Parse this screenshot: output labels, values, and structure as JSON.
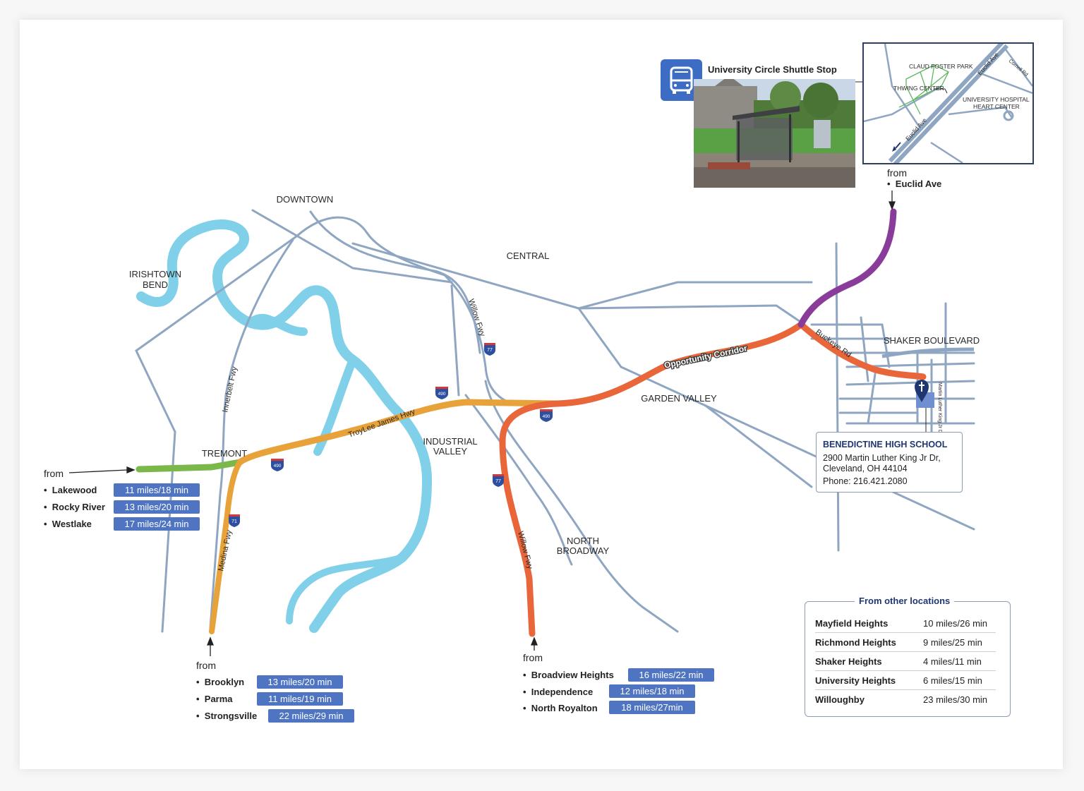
{
  "map": {
    "areas": {
      "downtown": "DOWNTOWN",
      "central": "CENTRAL",
      "irishtown_1": "IRISHTOWN",
      "irishtown_2": "BEND",
      "tremont": "TREMONT",
      "industrial_1": "INDUSTRIAL",
      "industrial_2": "VALLEY",
      "garden_valley": "GARDEN VALLEY",
      "north_broadway_1": "NORTH",
      "north_broadway_2": "BROADWAY",
      "shaker_boulevard": "SHAKER BOULEVARD"
    },
    "roads": {
      "innerbelt": "Innerbelt Fwy",
      "willow_north": "Willow Fwy",
      "willow_south": "Willow Fwy",
      "troylee": "TroyLee James Hwy",
      "opportunity": "Opportunity Corridor",
      "buckeye": "Buckeye Rd",
      "medina": "Medina Fwy",
      "mlk": "Martin Luther King Jr Dr"
    },
    "shields": {
      "i77_north": "77",
      "i77_south": "77",
      "i490_a": "490",
      "i490_b": "490",
      "i490_c": "490",
      "i71": "71"
    },
    "colors": {
      "road": "#8fa6c2",
      "river": "#7fd0e8",
      "west_route": "#7ab84a",
      "south_route": "#e8a23a",
      "east_route": "#e8663a",
      "north_route": "#8a3c9a",
      "badge": "#4f74c2"
    }
  },
  "shuttle": {
    "title": "University Circle Shuttle Stop",
    "icon": "bus-icon",
    "inset": {
      "park": "CLAUD FOSTER PARK",
      "thwing": "THWING CENTER",
      "hospital_1": "UNIVERSITY HOSPITAL",
      "hospital_2": "HEART CENTER",
      "euclid_upper": "Euclid Ave",
      "euclid_lower": "Euclid Ave",
      "cornell": "Cornell Rd"
    },
    "from_label": "from",
    "from_street": "Euclid Ave"
  },
  "west": {
    "from_label": "from",
    "items": [
      {
        "name": "Lakewood",
        "dist": "11 miles/18 min"
      },
      {
        "name": "Rocky River",
        "dist": "13 miles/20 min"
      },
      {
        "name": "Westlake",
        "dist": "17 miles/24 min"
      }
    ]
  },
  "south_west": {
    "from_label": "from",
    "items": [
      {
        "name": "Brooklyn",
        "dist": "13 miles/20 min"
      },
      {
        "name": "Parma",
        "dist": "11 miles/19 min"
      },
      {
        "name": "Strongsville",
        "dist": "22 miles/29 min"
      }
    ]
  },
  "south": {
    "from_label": "from",
    "items": [
      {
        "name": "Broadview Heights",
        "dist": "16 miles/22 min"
      },
      {
        "name": "Independence",
        "dist": "12 miles/18 min"
      },
      {
        "name": "North Royalton",
        "dist": "18 miles/27min"
      }
    ]
  },
  "school": {
    "name": "BENEDICTINE HIGH SCHOOL",
    "address_1": "2900 Martin Luther King Jr Dr,",
    "address_2": "Cleveland, OH 44104",
    "phone": "Phone: 216.421.2080",
    "marker_icon": "map-pin-cross-icon"
  },
  "other_locations": {
    "title": "From other locations",
    "rows": [
      {
        "name": "Mayfield Heights",
        "value": "10 miles/26 min"
      },
      {
        "name": "Richmond Heights",
        "value": "9 miles/25 min"
      },
      {
        "name": "Shaker Heights",
        "value": "4 miles/11 min"
      },
      {
        "name": "University Heights",
        "value": "6 miles/15 min"
      },
      {
        "name": "Willoughby",
        "value": "23 miles/30 min"
      }
    ]
  }
}
